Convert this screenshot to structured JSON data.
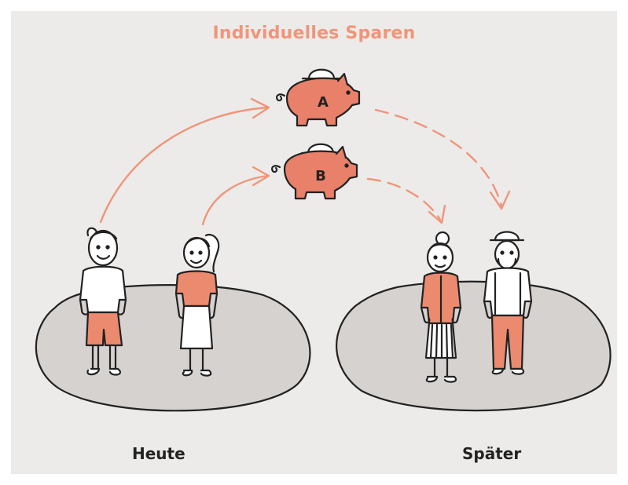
{
  "title": "Individuelles Sparen",
  "piggy_a": {
    "label": "A"
  },
  "piggy_b": {
    "label": "B"
  },
  "group_today": {
    "label": "Heute"
  },
  "group_later": {
    "label": "Später"
  },
  "colors": {
    "accent": "#f0957a",
    "piggy": "#e8806a",
    "shirt": "#ec8a6f",
    "platform": "#d6d2d0",
    "background": "#ecebe9",
    "ink": "#222222"
  },
  "icons": [
    "piggy-bank-icon",
    "coin-icon",
    "person-icon"
  ]
}
